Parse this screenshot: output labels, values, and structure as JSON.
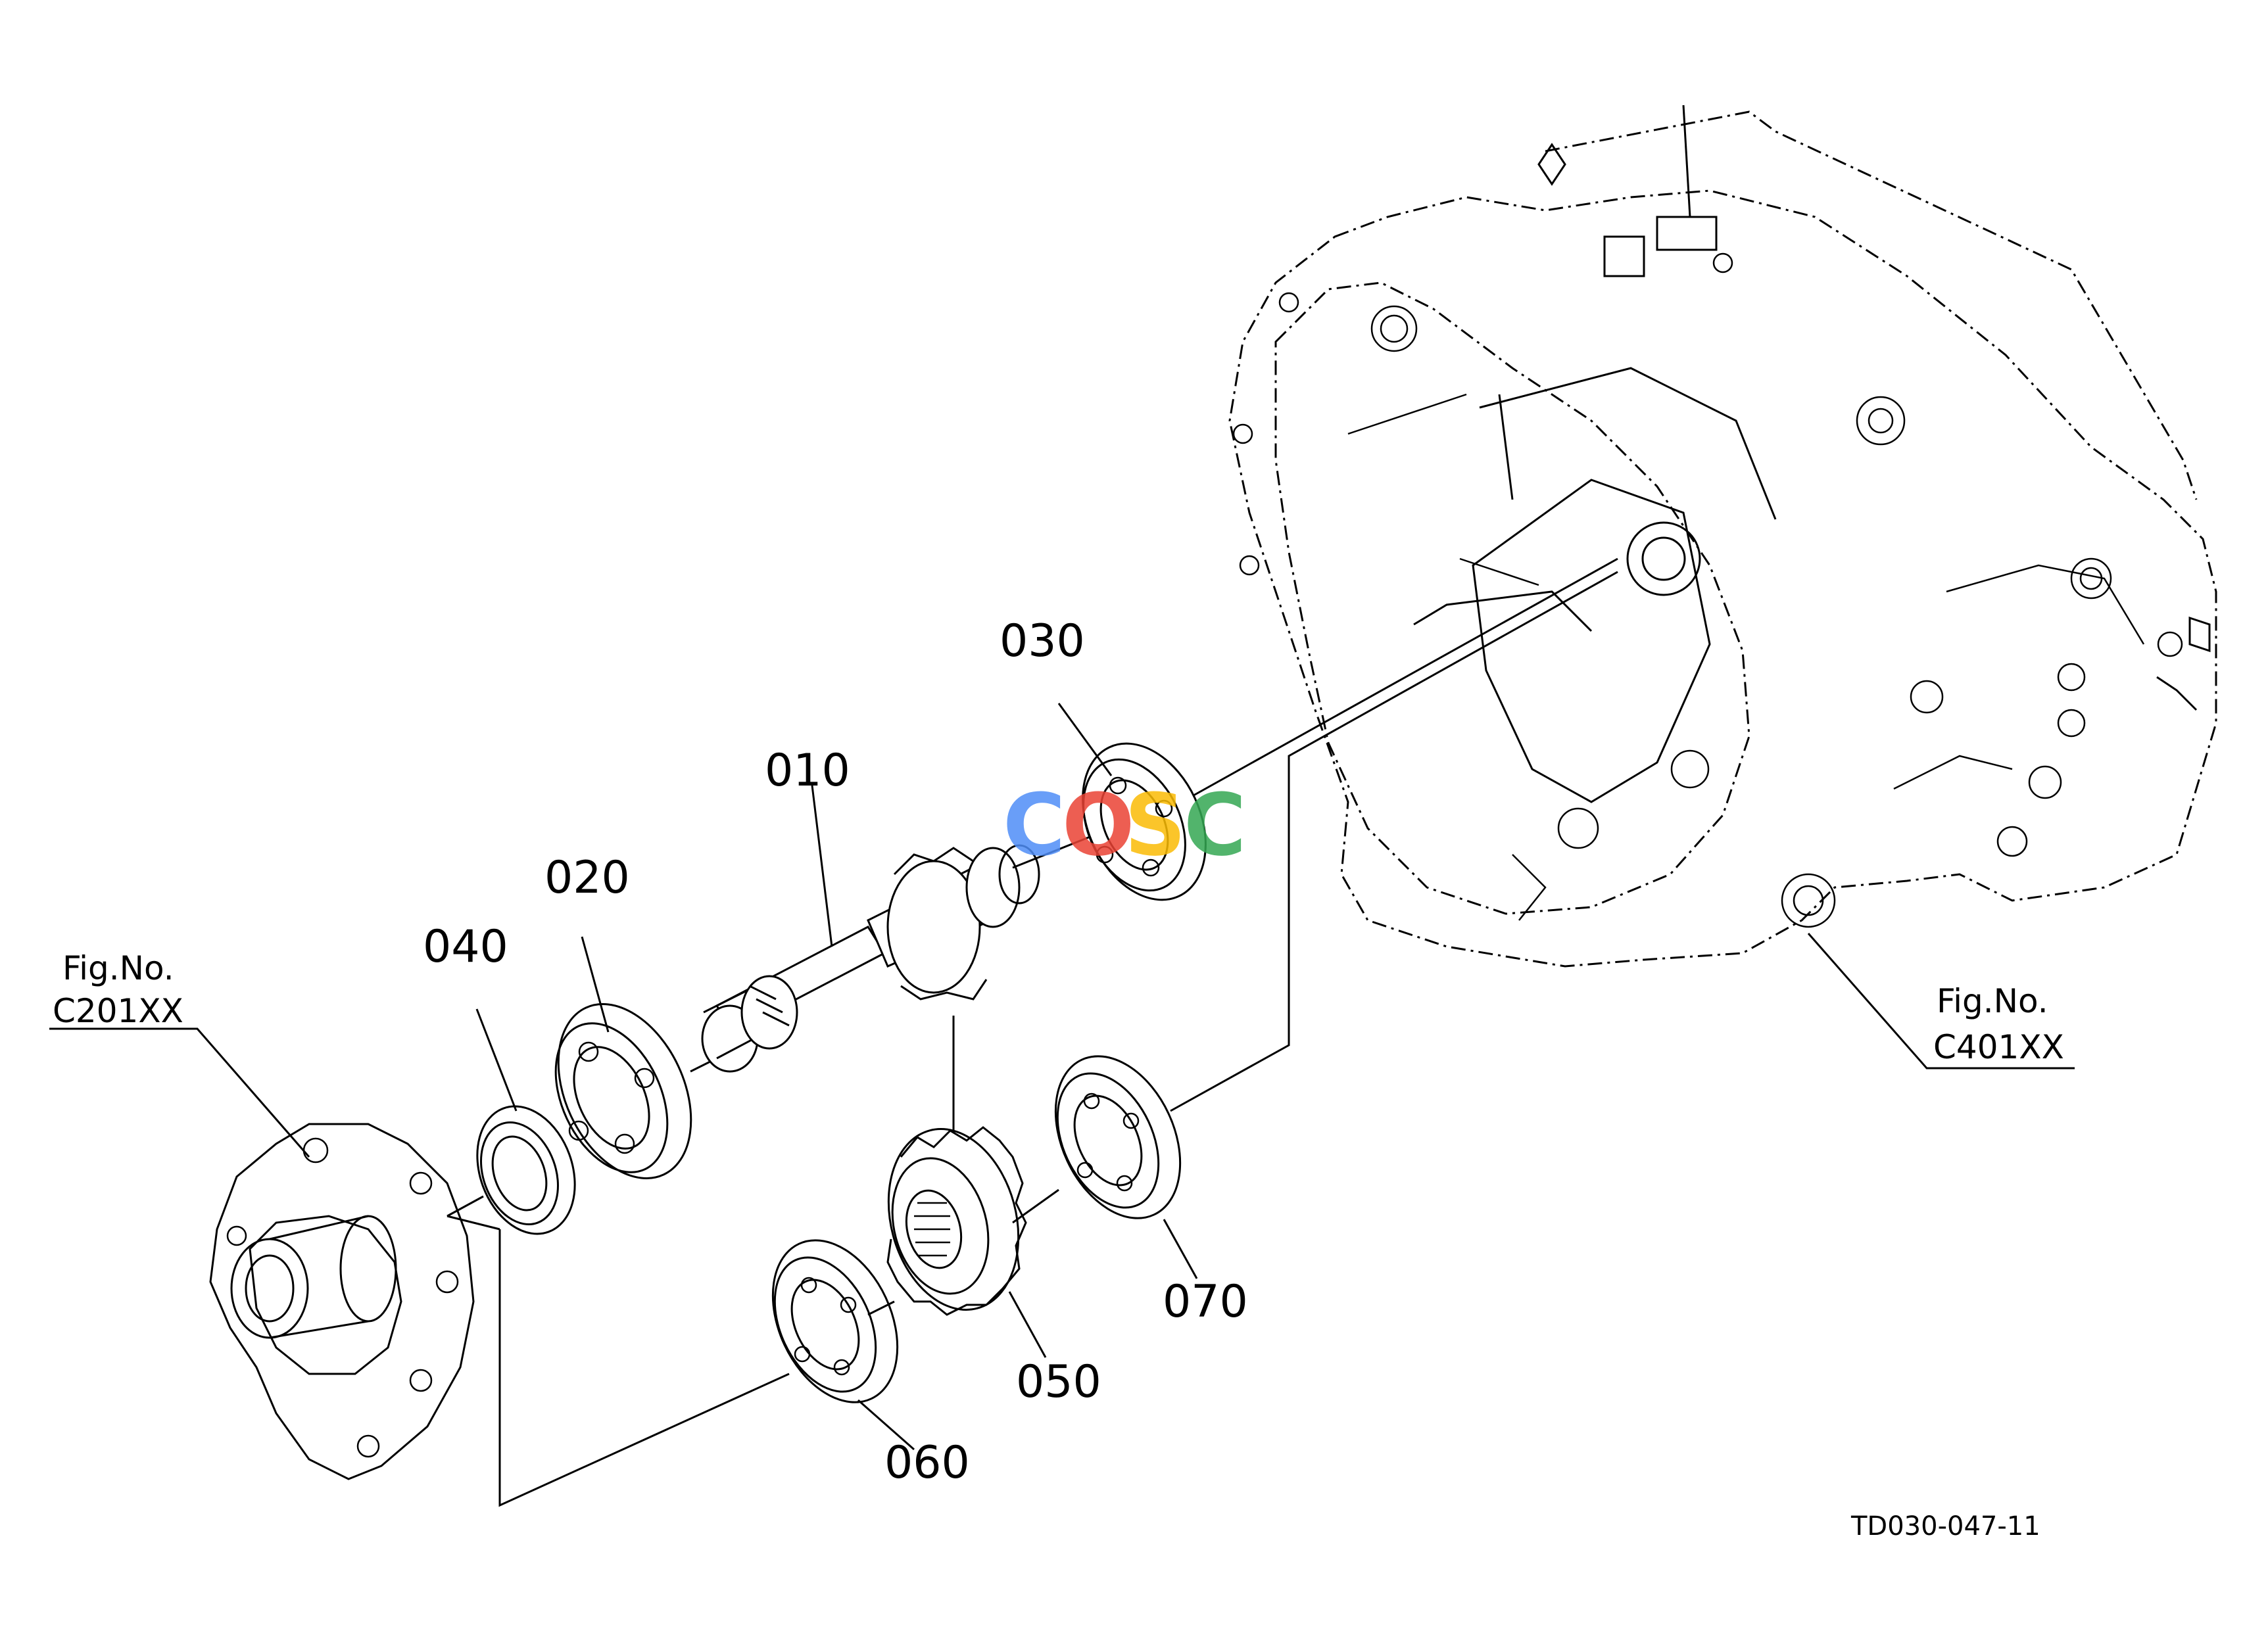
{
  "diagram": {
    "part_labels": {
      "p010": "010",
      "p020": "020",
      "p030": "030",
      "p040": "040",
      "p050": "050",
      "p060": "060",
      "p070": "070"
    },
    "fig_refs": {
      "left": {
        "line1": "Fig.No.",
        "line2": "C201XX"
      },
      "right": {
        "line1": "Fig.No.",
        "line2": "C401XX"
      }
    },
    "drawing_code": "TD030-047-11",
    "watermark": {
      "text": "COSC",
      "colors": [
        "#4f8ef7",
        "#ea4335",
        "#fbbc05",
        "#34a853"
      ]
    }
  }
}
